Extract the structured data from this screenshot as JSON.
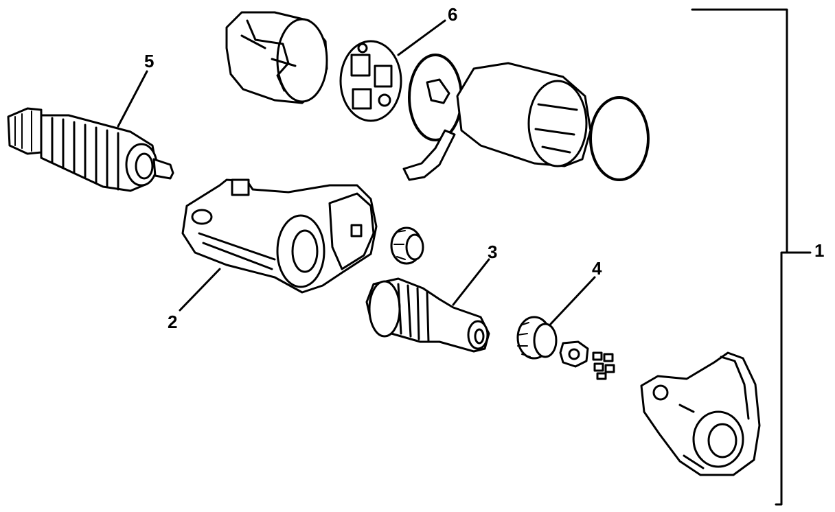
{
  "diagram": {
    "callouts": [
      {
        "id": "1",
        "label": "1",
        "part": "starter-assembly"
      },
      {
        "id": "2",
        "label": "2",
        "part": "drive-housing"
      },
      {
        "id": "3",
        "label": "3",
        "part": "drive-pinion"
      },
      {
        "id": "4",
        "label": "4",
        "part": "clutch-gear"
      },
      {
        "id": "5",
        "label": "5",
        "part": "armature"
      },
      {
        "id": "6",
        "label": "6",
        "part": "brush-holder"
      }
    ]
  }
}
